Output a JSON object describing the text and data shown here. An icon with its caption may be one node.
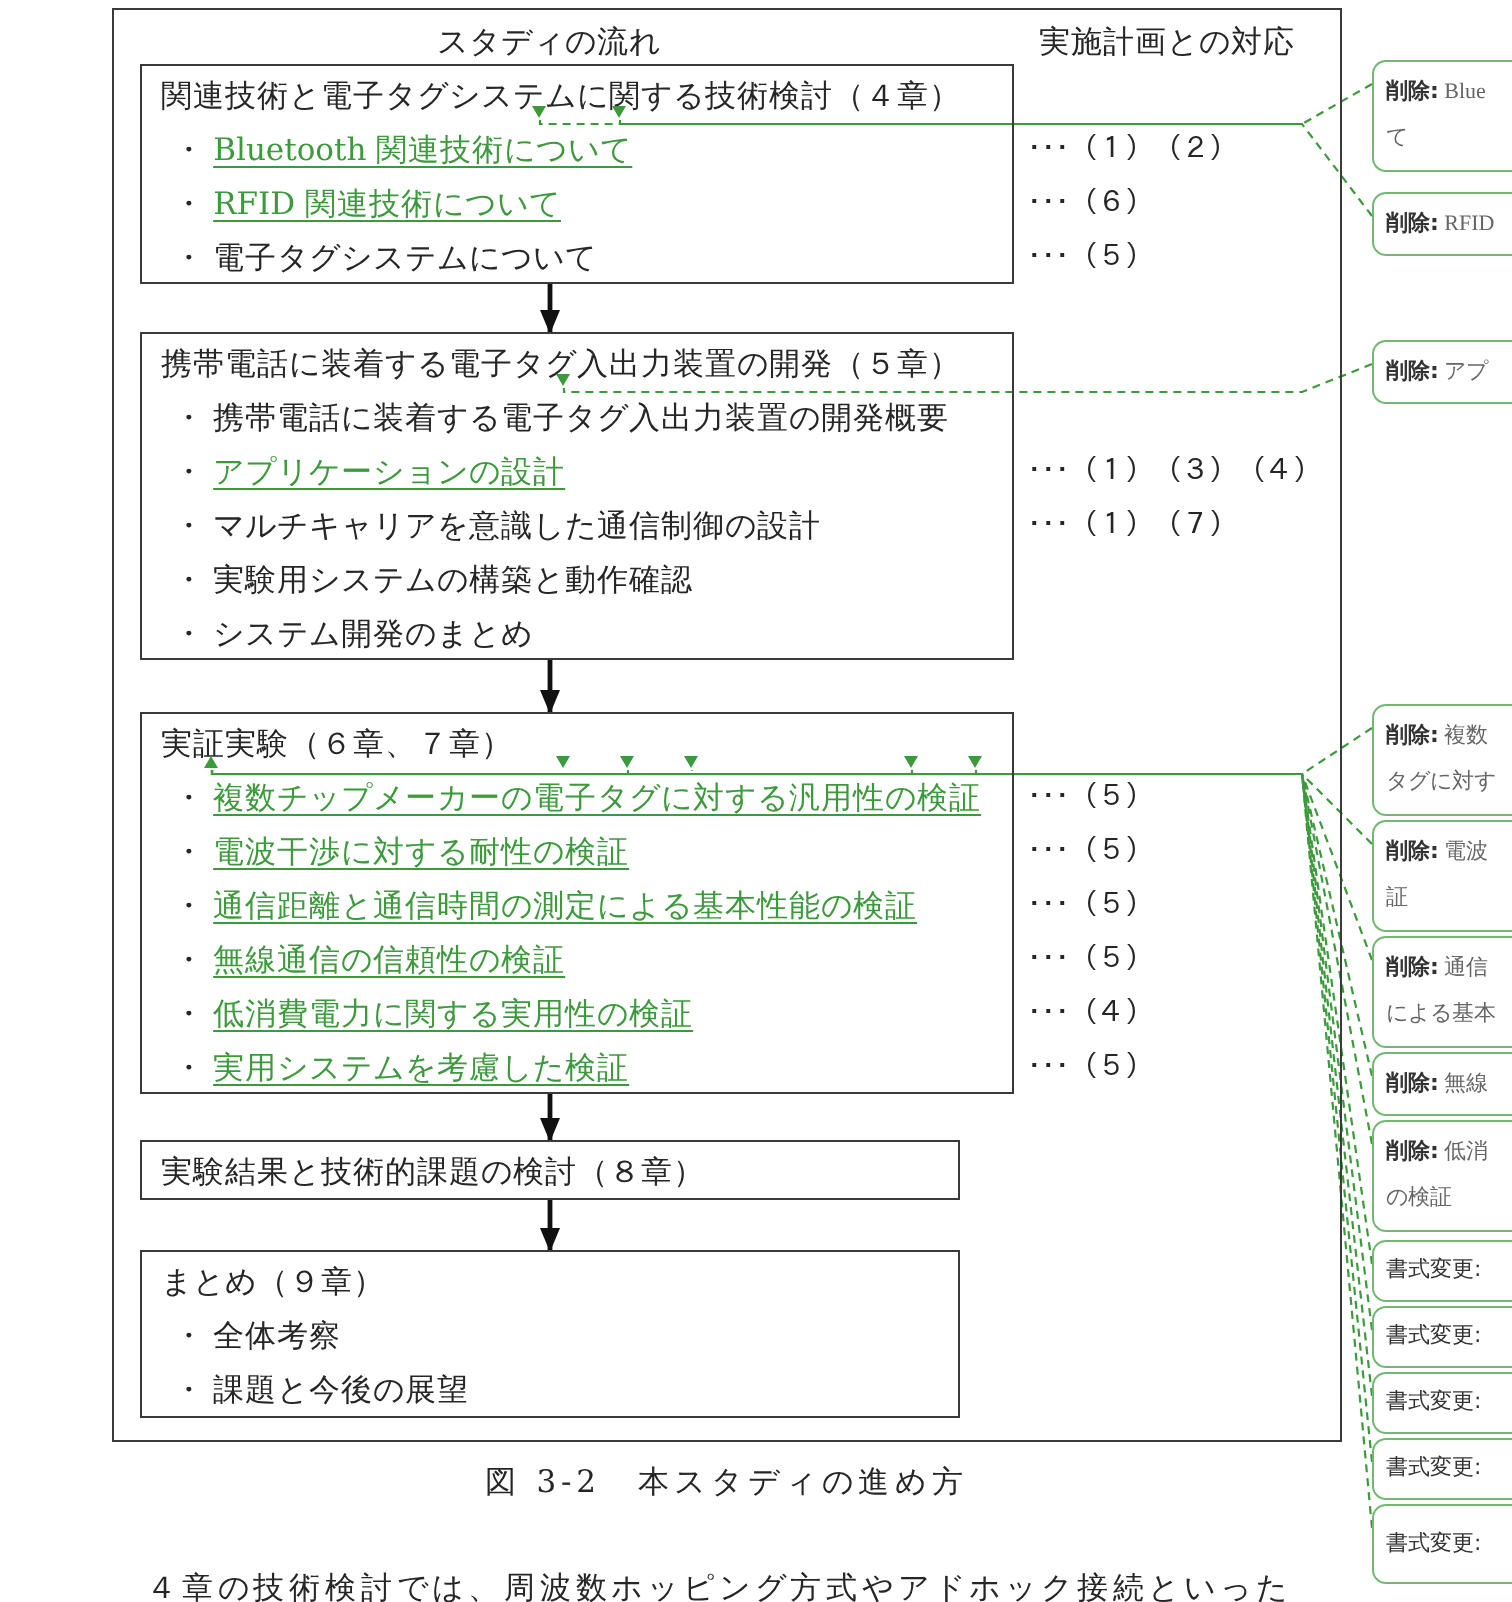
{
  "diagram": {
    "caption": "図 3-2　本スタディの進め方",
    "nodes": [
      {
        "text": [
          "スタディの流れ",
          "実施計画との対応"
        ]
      },
      {
        "text": [
          "関連技術と電子タグシステムに関する技術検討（４章）",
          "・ Bluetooth 関連技術について",
          "・ RFID 関連技術について",
          "・ 電子タグシステムについて"
        ],
        "in": 0,
        "beside": [
          "･･･（１）（２）",
          "･･･（６）",
          "･･･（５）"
        ]
      },
      {
        "text": [
          "携帯電話に装着する電子タグ入出力装置の開発（５章）",
          "・ 携帯電話に装着する電子タグ入出力装置の開発概要",
          "・ アプリケーションの設計",
          "・ マルチキャリアを意識した通信制御の設計",
          "・ 実験用システムの構築と動作確認",
          "・ システム開発のまとめ"
        ],
        "in": 0,
        "beside": [
          "･･･（１）（３）（４）",
          "･･･（１）（７）"
        ]
      },
      {
        "text": [
          "実証実験（６章、７章）",
          "・ 複数チップメーカーの電子タグに対する汎用性の検証",
          "・ 電波干渉に対する耐性の検証",
          "・ 通信距離と通信時間の測定による基本性能の検証",
          "・ 無線通信の信頼性の検証",
          "・ 低消費電力に関する実用性の検証",
          "・ 実用システムを考慮した検証"
        ],
        "in": 0,
        "beside": [
          "･･･（５）",
          "･･･（５）",
          "･･･（５）",
          "･･･（５）",
          "･･･（４）",
          "･･･（５）"
        ]
      },
      {
        "text": [
          "実験結果と技術的課題の検討（８章）"
        ],
        "in": 0
      },
      {
        "text": [
          "まとめ（９章）",
          "・ 全体考察",
          "・ 課題と今後の展望"
        ],
        "in": 0
      },
      {
        "text": [
          "**削除:** Blue",
          "て"
        ]
      },
      {
        "text": [
          "**削除:** RFID"
        ]
      },
      {
        "text": [
          "**削除:** アプ"
        ]
      },
      {
        "text": [
          "**削除:** 複数",
          "タグに対す"
        ]
      },
      {
        "text": [
          "**削除:** 電波",
          "証"
        ]
      },
      {
        "text": [
          "**削除:** 通信",
          "による基本"
        ]
      },
      {
        "text": [
          "**削除:** 無線"
        ]
      },
      {
        "text": [
          "**削除:** 低消",
          "の検証"
        ]
      },
      {
        "text": [
          "書式変更:"
        ]
      },
      {
        "text": [
          "書式変更:"
        ]
      },
      {
        "text": [
          "書式変更:"
        ]
      },
      {
        "text": [
          "書式変更:"
        ]
      },
      {
        "text": [
          "書式変更:"
        ]
      },
      {
        "text": [],
        "shape": "triangle",
        "in": 1
      },
      {
        "text": [],
        "shape": "triangle",
        "in": 1
      },
      {
        "text": [],
        "shape": "triangle",
        "in": 2
      },
      {
        "text": [],
        "shape": "triangle",
        "in": 3
      },
      {
        "text": [],
        "shape": "triangle",
        "in": 3
      },
      {
        "text": [],
        "shape": "triangle",
        "in": 3
      },
      {
        "text": [],
        "shape": "triangle",
        "in": 3
      },
      {
        "text": [],
        "shape": "triangle",
        "in": 3
      },
      {
        "text": [],
        "shape": "triangle",
        "in": 3
      }
    ],
    "edges": [
      {
        "from": 1,
        "to": 2,
        "arrow": "to",
        "color": "#111111"
      },
      {
        "from": 2,
        "to": 3,
        "arrow": "to",
        "color": "#111111"
      },
      {
        "from": 3,
        "to": 4,
        "arrow": "to",
        "color": "#111111"
      },
      {
        "from": 4,
        "to": 5,
        "arrow": "to",
        "color": "#111111"
      },
      {
        "from": 6,
        "to": 19,
        "arrow": "none",
        "style": "dashed",
        "color": "#3c9a3c"
      },
      {
        "from": 7,
        "to": 20,
        "arrow": "none",
        "style": "dashed",
        "color": "#3c9a3c"
      },
      {
        "from": 8,
        "to": 21,
        "arrow": "none",
        "style": "dashed",
        "color": "#3c9a3c"
      },
      {
        "from": 9,
        "to": 23,
        "arrow": "none",
        "style": "dashed",
        "color": "#3c9a3c"
      },
      {
        "from": 10,
        "to": 24,
        "arrow": "none",
        "style": "dashed",
        "color": "#3c9a3c"
      },
      {
        "from": 11,
        "to": 25,
        "arrow": "none",
        "style": "dashed",
        "color": "#3c9a3c"
      },
      {
        "from": 12,
        "to": 26,
        "arrow": "none",
        "style": "dashed",
        "color": "#3c9a3c"
      },
      {
        "from": 13,
        "to": 27,
        "arrow": "none",
        "style": "dashed",
        "color": "#3c9a3c"
      },
      {
        "from": 14,
        "to": 22,
        "arrow": "none",
        "style": "dashed",
        "color": "#3c9a3c"
      },
      {
        "from": 15,
        "to": 22,
        "arrow": "none",
        "style": "dashed",
        "color": "#3c9a3c"
      },
      {
        "from": 16,
        "to": 22,
        "arrow": "none",
        "style": "dashed",
        "color": "#3c9a3c"
      },
      {
        "from": 17,
        "to": 22,
        "arrow": "none",
        "style": "dashed",
        "color": "#3c9a3c"
      },
      {
        "from": 18,
        "to": 22,
        "arrow": "none",
        "style": "dashed",
        "color": "#3c9a3c"
      }
    ],
    "labels": [
      "４章の技術検討では、周波数ホッピング方式やアドホック接続といった"
    ]
  }
}
